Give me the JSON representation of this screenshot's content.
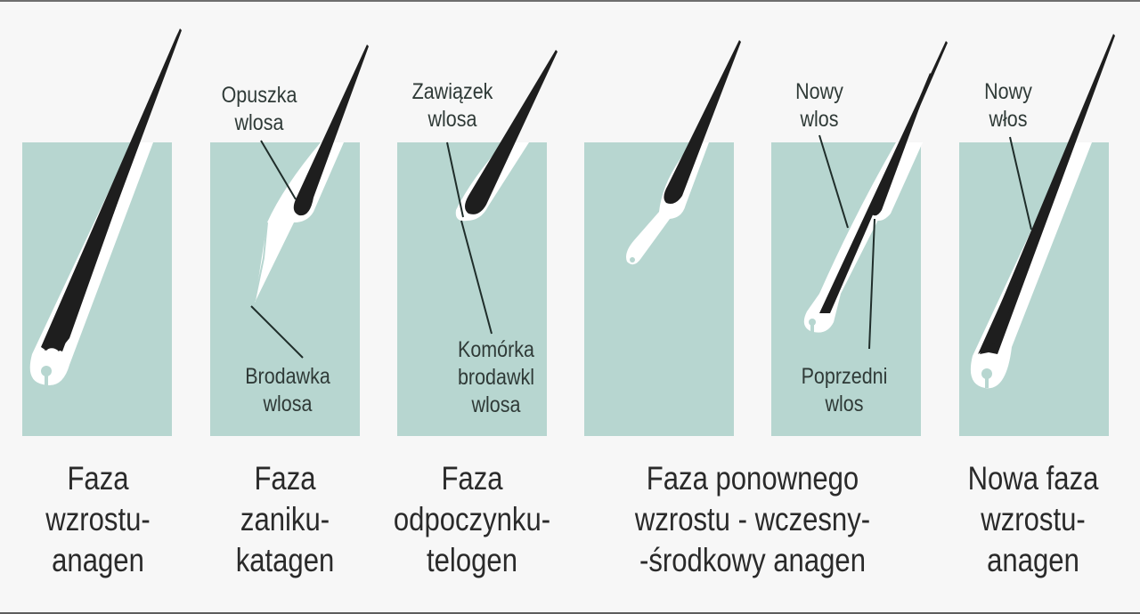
{
  "diagram": {
    "title": "",
    "colors": {
      "background": "#f7f7f7",
      "skin_panel": "#b7d6d0",
      "hair": "#1e1e1e",
      "sheath": "#ffffff",
      "leader_line": "#1f2d2a",
      "label_text": "#2f3a37",
      "phase_text": "#2a2a2a"
    },
    "panels": [
      {
        "id": "anagen",
        "callouts": [],
        "phase_lines": [
          "Faza",
          "wzrostu-",
          "anagen"
        ]
      },
      {
        "id": "katagen",
        "callouts": [
          {
            "lines": [
              "Opuszka",
              "wlosa"
            ]
          },
          {
            "lines": [
              "Brodawka",
              "wlosa"
            ]
          }
        ],
        "phase_lines": [
          "Faza",
          "zaniku-",
          "katagen"
        ]
      },
      {
        "id": "telogen",
        "callouts": [
          {
            "lines": [
              "Zawiązek",
              "wlosa"
            ]
          },
          {
            "lines": [
              "Komórka",
              "brodawkl",
              "wlosa"
            ]
          }
        ],
        "phase_lines": [
          "Faza",
          "odpoczynku-",
          "telogen"
        ]
      },
      {
        "id": "early-anagen-a",
        "callouts": [],
        "phase_lines": []
      },
      {
        "id": "early-anagen-b",
        "callouts": [
          {
            "lines": [
              "Nowy",
              "wlos"
            ]
          },
          {
            "lines": [
              "Poprzedni",
              "wlos"
            ]
          }
        ],
        "phase_lines": [
          "Faza ponownego",
          "wzrostu - wczesny-",
          "-środkowy anagen"
        ]
      },
      {
        "id": "new-anagen",
        "callouts": [
          {
            "lines": [
              "Nowy",
              "włos"
            ]
          }
        ],
        "phase_lines": [
          "Nowa faza",
          "wzrostu-",
          "anagen"
        ]
      }
    ]
  }
}
